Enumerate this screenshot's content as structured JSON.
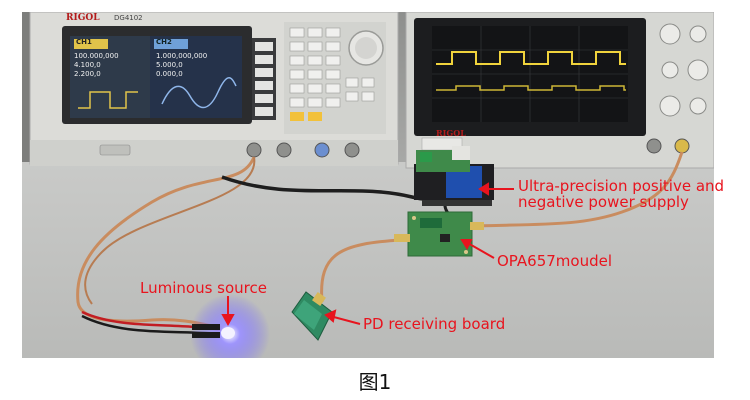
{
  "photo": {
    "instruments": {
      "generator_brand": "RIGOL",
      "generator_model": "DG4102",
      "ch1_label": "CH1",
      "ch2_label": "CH2",
      "ch1_readouts": [
        "100.000,000",
        "4.100,0",
        "2.200,0"
      ],
      "ch2_readouts": [
        "1.000,000,000",
        "5.000,0",
        "0.000,0"
      ],
      "scope_brand": "RIGOL"
    },
    "annotations": {
      "power_supply": "Ultra-precision positive and\nnegative power supply",
      "opa_module": "OPA657moudel",
      "luminous_source": "Luminous source",
      "pd_board": "PD receiving board"
    },
    "colors": {
      "annotation": "#e8141e",
      "led_glow": "#6a5cff",
      "pcb": "#3f8a4a",
      "cable": "#c98c5f"
    }
  },
  "caption": "图1"
}
